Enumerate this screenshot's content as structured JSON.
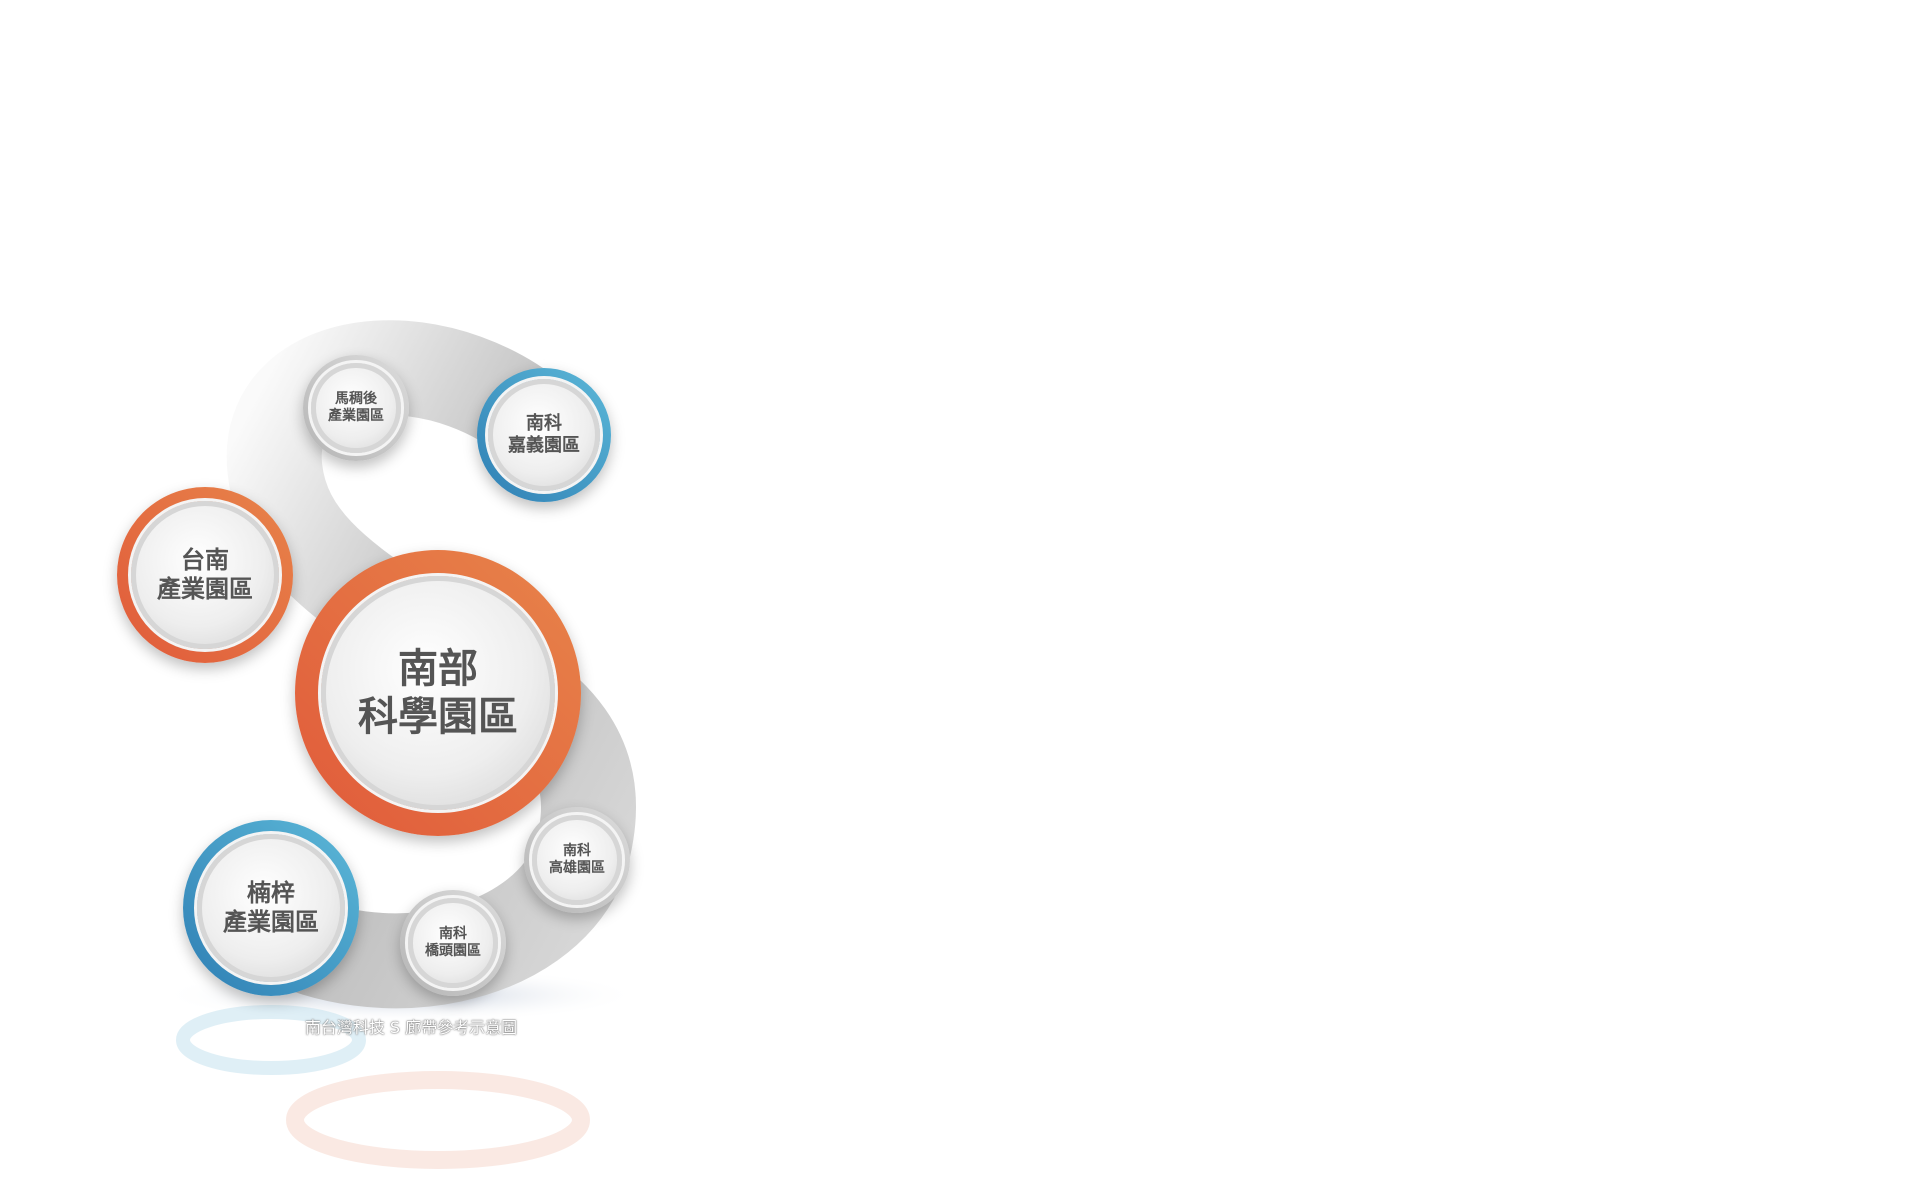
{
  "diagram": {
    "center": {
      "line1": "南部",
      "line2": "科學園區"
    },
    "nodes": [
      {
        "id": "tainan",
        "line1": "台南",
        "line2": "產業園區",
        "color": "#e2683f"
      },
      {
        "id": "machougou",
        "line1": "馬稠後",
        "line2": "產業園區",
        "color": "#c4c4c4"
      },
      {
        "id": "chiayi",
        "line1": "南科",
        "line2": "嘉義園區",
        "color": "#3b8fc0"
      },
      {
        "id": "nanzi",
        "line1": "楠梓",
        "line2": "產業園區",
        "color": "#3b8fc0"
      },
      {
        "id": "qiaotou",
        "line1": "南科",
        "line2": "橋頭園區",
        "color": "#c4c4c4"
      },
      {
        "id": "kaohsiung",
        "line1": "南科",
        "line2": "高雄園區",
        "color": "#c4c4c4"
      }
    ],
    "caption": "南台灣科技 S 廊帶參考示意圖"
  },
  "colors": {
    "accent_orange": "#e2683f",
    "accent_blue": "#3b8fc0",
    "band_gray": "#c8c8c8"
  }
}
